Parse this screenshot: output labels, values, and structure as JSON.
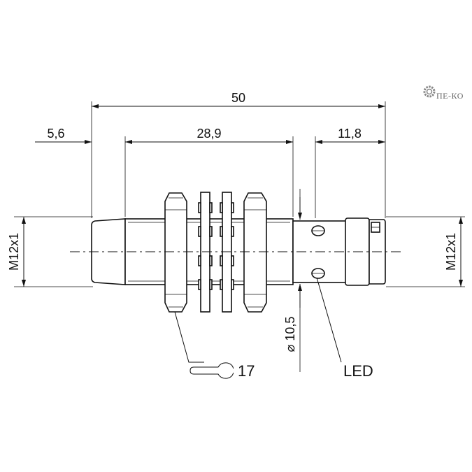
{
  "dimensions": {
    "overall_length": "50",
    "front_length": "5,6",
    "thread_length": "28,9",
    "rear_length": "11,8",
    "thread_left": "M12x1",
    "thread_right": "M12x1",
    "diameter": "⌀ 10,5"
  },
  "labels": {
    "wrench_size": "17",
    "led": "LED"
  },
  "logo": {
    "text": "ПЕ-КО"
  },
  "colors": {
    "line": "#111111",
    "logo": "#888888"
  }
}
